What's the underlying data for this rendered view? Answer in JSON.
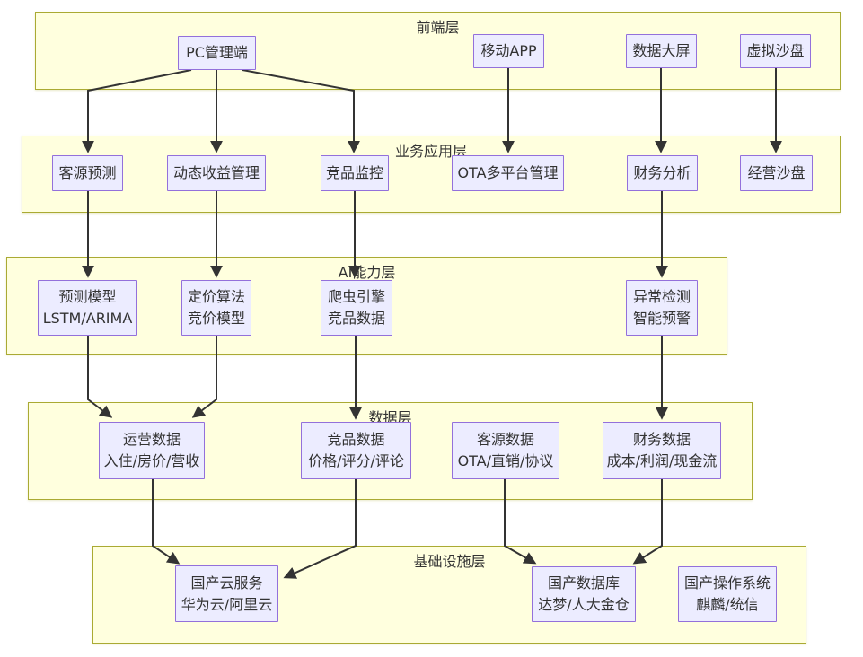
{
  "layers": {
    "frontend": {
      "label": "前端层"
    },
    "business": {
      "label": "业务应用层"
    },
    "ai": {
      "label": "AI能力层"
    },
    "data": {
      "label": "数据层"
    },
    "infra": {
      "label": "基础设施层"
    }
  },
  "nodes": {
    "pc": {
      "label": "PC管理端"
    },
    "mobile_app": {
      "label": "移动APP"
    },
    "big_screen": {
      "label": "数据大屏"
    },
    "virtual_sandbox": {
      "label": "虚拟沙盘"
    },
    "guest_forecast": {
      "label": "客源预测"
    },
    "revenue_mgmt": {
      "label": "动态收益管理"
    },
    "competitor_monitor": {
      "label": "竞品监控"
    },
    "ota_mgmt": {
      "label": "OTA多平台管理"
    },
    "finance_analysis": {
      "label": "财务分析"
    },
    "business_sandbox": {
      "label": "经营沙盘"
    },
    "forecast_model": {
      "line1": "预测模型",
      "line2": "LSTM/ARIMA"
    },
    "pricing_algo": {
      "line1": "定价算法",
      "line2": "竞价模型"
    },
    "crawler": {
      "line1": "爬虫引擎",
      "line2": "竞品数据"
    },
    "anomaly": {
      "line1": "异常检测",
      "line2": "智能预警"
    },
    "op_data": {
      "line1": "运营数据",
      "line2": "入住/房价/营收"
    },
    "competitor_data": {
      "line1": "竞品数据",
      "line2": "价格/评分/评论"
    },
    "guest_data": {
      "line1": "客源数据",
      "line2": "OTA/直销/协议"
    },
    "finance_data": {
      "line1": "财务数据",
      "line2": "成本/利润/现金流"
    },
    "cloud": {
      "line1": "国产云服务",
      "line2": "华为云/阿里云"
    },
    "database": {
      "line1": "国产数据库",
      "line2": "达梦/人大金仓"
    },
    "os": {
      "line1": "国产操作系统",
      "line2": "麒麟/统信"
    }
  },
  "edges": [
    {
      "from": "pc",
      "to": "guest_forecast"
    },
    {
      "from": "pc",
      "to": "revenue_mgmt"
    },
    {
      "from": "pc",
      "to": "competitor_monitor"
    },
    {
      "from": "mobile_app",
      "to": "ota_mgmt"
    },
    {
      "from": "big_screen",
      "to": "finance_analysis"
    },
    {
      "from": "virtual_sandbox",
      "to": "business_sandbox"
    },
    {
      "from": "guest_forecast",
      "to": "forecast_model"
    },
    {
      "from": "revenue_mgmt",
      "to": "pricing_algo"
    },
    {
      "from": "competitor_monitor",
      "to": "crawler"
    },
    {
      "from": "finance_analysis",
      "to": "anomaly"
    },
    {
      "from": "forecast_model",
      "to": "op_data"
    },
    {
      "from": "pricing_algo",
      "to": "op_data"
    },
    {
      "from": "crawler",
      "to": "competitor_data"
    },
    {
      "from": "anomaly",
      "to": "finance_data"
    },
    {
      "from": "op_data",
      "to": "cloud"
    },
    {
      "from": "competitor_data",
      "to": "cloud"
    },
    {
      "from": "guest_data",
      "to": "database"
    },
    {
      "from": "finance_data",
      "to": "database"
    }
  ],
  "colors": {
    "node_fill": "#ECECFF",
    "node_border": "#9370DB",
    "layer_fill": "#FFFFDE",
    "layer_border": "#AAAA33",
    "edge": "#333333",
    "text": "#333333"
  }
}
